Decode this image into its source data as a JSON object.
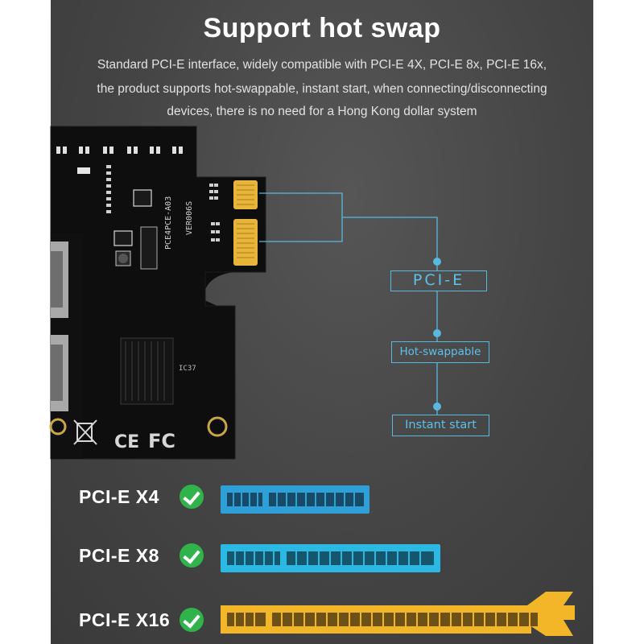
{
  "header": {
    "title": "Support hot swap",
    "description_lines": [
      "Standard PCI-E interface, widely compatible with PCI-E 4X, PCI-E 8x, PCI-E 16x,",
      "the product supports hot-swappable, instant start, when connecting/disconnecting",
      "devices, there is no need for a Hong Kong dollar system"
    ]
  },
  "board": {
    "model": "PCE4PCE-A03",
    "version": "VER006S",
    "chip_label": "IC37",
    "cert_marks": [
      "CE",
      "FC"
    ]
  },
  "callouts": {
    "interface": "PCI-E",
    "feature_1": "Hot-swappable",
    "feature_2": "Instant start"
  },
  "slots": [
    {
      "label": "PCI-E  X4",
      "color": "#2f9fd8"
    },
    {
      "label": "PCI-E  X8",
      "color": "#2bb9e4"
    },
    {
      "label": "PCI-E  X16",
      "color": "#f2b628"
    }
  ],
  "colors": {
    "accent": "#58b8dd",
    "check": "#2fb34a",
    "gold": "#e8b43a",
    "pcb": "#0d0d0d"
  }
}
